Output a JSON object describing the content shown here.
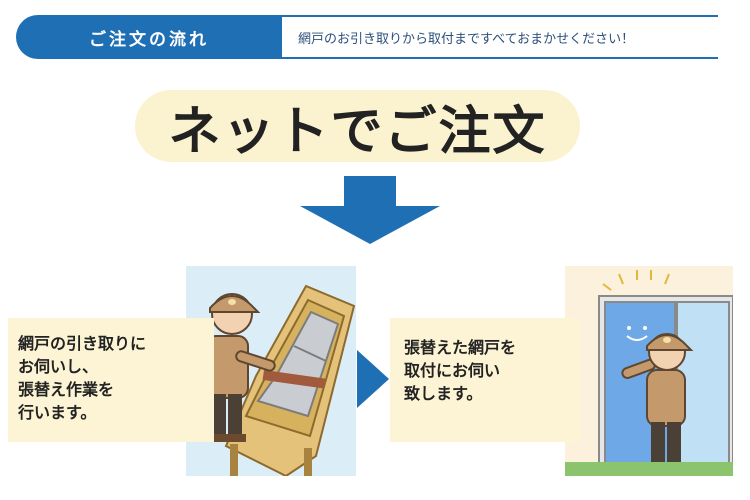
{
  "header": {
    "title": "ご注文の流れ",
    "subtitle": "網戸のお引き取りから取付まですべておまかせください！"
  },
  "main": {
    "order_title": "ネットでご注文",
    "steps": [
      {
        "lines": [
          "網戸の引き取りに",
          "お伺いし、",
          "張替え作業を",
          "行います。"
        ],
        "illustration_icon": "worker-repairing-screen-icon"
      },
      {
        "lines": [
          "張替えた網戸を",
          "取付にお伺い",
          "致します。"
        ],
        "illustration_icon": "worker-installing-screen-icon"
      }
    ]
  },
  "colors": {
    "accent_blue": "#1f6fb5",
    "title_bg": "#fbf2cf",
    "panel_bg": "#fcf4d4"
  }
}
